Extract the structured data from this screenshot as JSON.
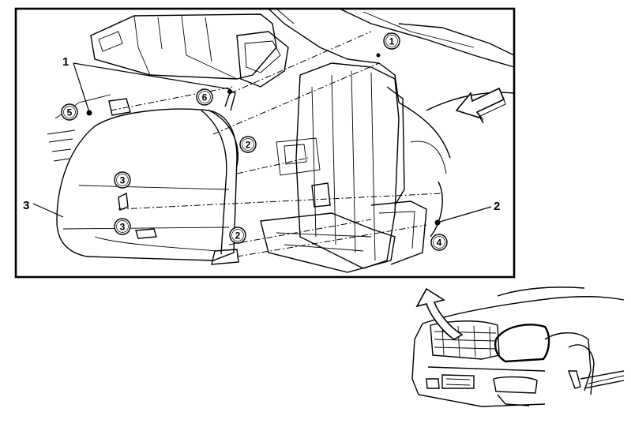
{
  "callouts": {
    "c1": "1",
    "c2": "2",
    "c3": "3"
  },
  "badges": {
    "b1": "1",
    "b2a": "2",
    "b2b": "2",
    "b3a": "3",
    "b3b": "3",
    "b4": "4",
    "b5": "5",
    "b6": "6"
  },
  "icons": {
    "direction_arrow": "hollow-arrow-icon",
    "lift_arrow": "curved-arrow-icon"
  },
  "colors": {
    "line": "#000000",
    "background": "#ffffff"
  }
}
